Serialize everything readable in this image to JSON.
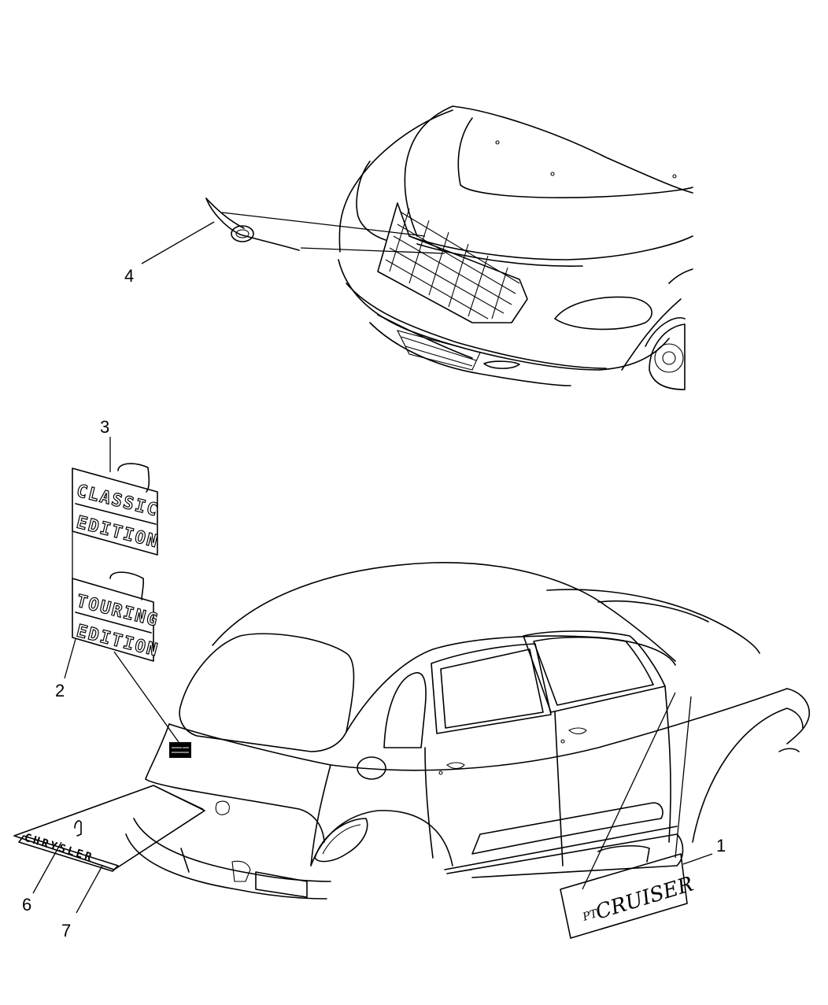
{
  "callouts": {
    "c1": "1",
    "c2": "2",
    "c3": "3",
    "c4": "4",
    "c6": "6",
    "c7": "7"
  },
  "badges": {
    "classic_line1": "CLASSIC",
    "classic_line2": "EDITION",
    "touring_line1": "TOURING",
    "touring_line2": "EDITION",
    "nameplate_script": "CRUISER",
    "nameplate_prefix": "PT",
    "chrysler_badge": "CHRYSLER"
  }
}
